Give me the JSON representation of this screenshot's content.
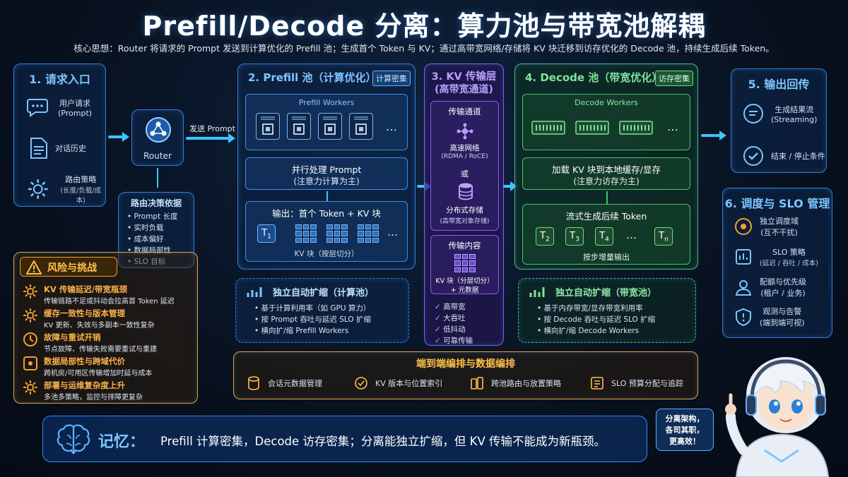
{
  "title": "Prefill/Decode 分离：算力池与带宽池解耦",
  "subtitle": "核心思想：Router 将请求的 Prompt 发送到计算优化的 Prefill 池；生成首个 Token 与 KV；通过高带宽网络/存储将 KV 块迁移到访存优化的 Decode 池，持续生成后续 Token。",
  "request_entry": {
    "title": "1. 请求入口",
    "items": [
      {
        "label": "用户请求",
        "sub": "(Prompt)",
        "icon": "chat-icon"
      },
      {
        "label": "对话历史",
        "sub": "",
        "icon": "document-icon"
      },
      {
        "label": "路由策略",
        "sub": "(长度/负载/成本)",
        "icon": "gear-icon"
      }
    ]
  },
  "router": {
    "label": "Router",
    "send_label": "发送 Prompt"
  },
  "routing_basis": {
    "title": "路由决策依据",
    "items": [
      "Prompt 长度",
      "实时负载",
      "成本偏好",
      "数据局部性",
      "SLO 目标"
    ]
  },
  "prefill": {
    "title": "2. Prefill 池（计算优化）",
    "tag": "计算密集",
    "workers_label": "Prefill Workers",
    "ellipsis": "…",
    "process_line1": "并行处理 Prompt",
    "process_line2": "(注意力计算为主)",
    "output_label": "输出：首个 Token + KV 块",
    "token_label": "T1",
    "kv_label": "KV 块（按层切分）"
  },
  "kv_layer": {
    "title_line1": "3. KV 传输层",
    "title_line2": "(高带宽通道)",
    "channel_title": "传输通道",
    "net_label": "高速网络",
    "net_sub": "(RDMA / RoCE)",
    "or_label": "或",
    "store_label": "分布式存储",
    "store_sub": "(高带宽对象存储)",
    "content_title": "传输内容",
    "content_line1": "KV 块（分层切分）",
    "content_line2": "+ 元数据",
    "checks": [
      "高带宽",
      "大吞吐",
      "低抖动",
      "可靠传输"
    ]
  },
  "decode": {
    "title": "4. Decode 池（带宽优化）",
    "tag": "访存密集",
    "workers_label": "Decode Workers",
    "ellipsis": "…",
    "load_line1": "加载 KV 块到本地缓存/显存",
    "load_line2": "(注意力访存为主)",
    "stream_label": "流式生成后续 Token",
    "tokens": [
      "T2",
      "T3",
      "T4",
      "…",
      "Tn"
    ],
    "step_label": "按步增量输出"
  },
  "output": {
    "title": "5. 输出回传",
    "items": [
      {
        "label": "生成结果流",
        "sub": "(Streaming)",
        "icon": "stream-icon"
      },
      {
        "label": "结束 / 停止条件",
        "sub": "",
        "icon": "check-icon"
      }
    ]
  },
  "slo": {
    "title": "6. 调度与 SLO 管理",
    "items": [
      {
        "label": "独立调度域",
        "sub": "(互不干扰)",
        "icon": "domain-icon"
      },
      {
        "label": "SLO 策略",
        "sub": "(延迟 / 吞吐 / 成本)",
        "icon": "policy-icon"
      },
      {
        "label": "配额与优先级",
        "sub": "(租户 / 业务)",
        "icon": "user-icon"
      },
      {
        "label": "观测与告警",
        "sub": "(端到端可视)",
        "icon": "alert-icon"
      }
    ]
  },
  "risks": {
    "title": "风险与挑战",
    "items": [
      {
        "title": "KV 传输延迟/带宽瓶颈",
        "desc": "传输链路不足或抖动会拉高首 Token 延迟"
      },
      {
        "title": "缓存一致性与版本管理",
        "desc": "KV 更新、失效与多副本一致性复杂"
      },
      {
        "title": "故障与重试开销",
        "desc": "节点故障、传输失败需要重试与重建"
      },
      {
        "title": "数据局部性与跨域代价",
        "desc": "跨机房/可用区传输增加时延与成本"
      },
      {
        "title": "部署与运维复杂度上升",
        "desc": "多池多策略，监控与排障更复杂"
      }
    ]
  },
  "prefill_scale": {
    "title": "独立自动扩缩（计算池）",
    "items": [
      "基于计算利用率（如 GPU 算力）",
      "按 Prompt 吞吐与延迟 SLO 扩缩",
      "横向扩/缩 Prefill Workers"
    ]
  },
  "decode_scale": {
    "title": "独立自动扩缩（带宽池）",
    "items": [
      "基于内存带宽/显存带宽利用率",
      "按 Decode 吞吐与延迟 SLO 扩缩",
      "横向扩/缩 Decode Workers"
    ]
  },
  "orchestration": {
    "title": "端到端编排与数据编排",
    "items": [
      "会话元数据管理",
      "KV 版本与位置索引",
      "跨池路由与放置策略",
      "SLO 预算分配与追踪"
    ]
  },
  "memory": {
    "label": "记忆：",
    "text": "Prefill 计算密集，Decode 访存密集；分离能独立扩缩，但 KV 传输不能成为新瓶颈。"
  },
  "mascot": {
    "bubble_line1": "分离架构，",
    "bubble_line2": "各司其职，",
    "bubble_line3": "更高效！"
  },
  "colors": {
    "blue": "#2f7fd8",
    "purple": "#8a5cf0",
    "green": "#45c46a",
    "orange": "#f0a030",
    "cyan": "#3fc4ff"
  }
}
